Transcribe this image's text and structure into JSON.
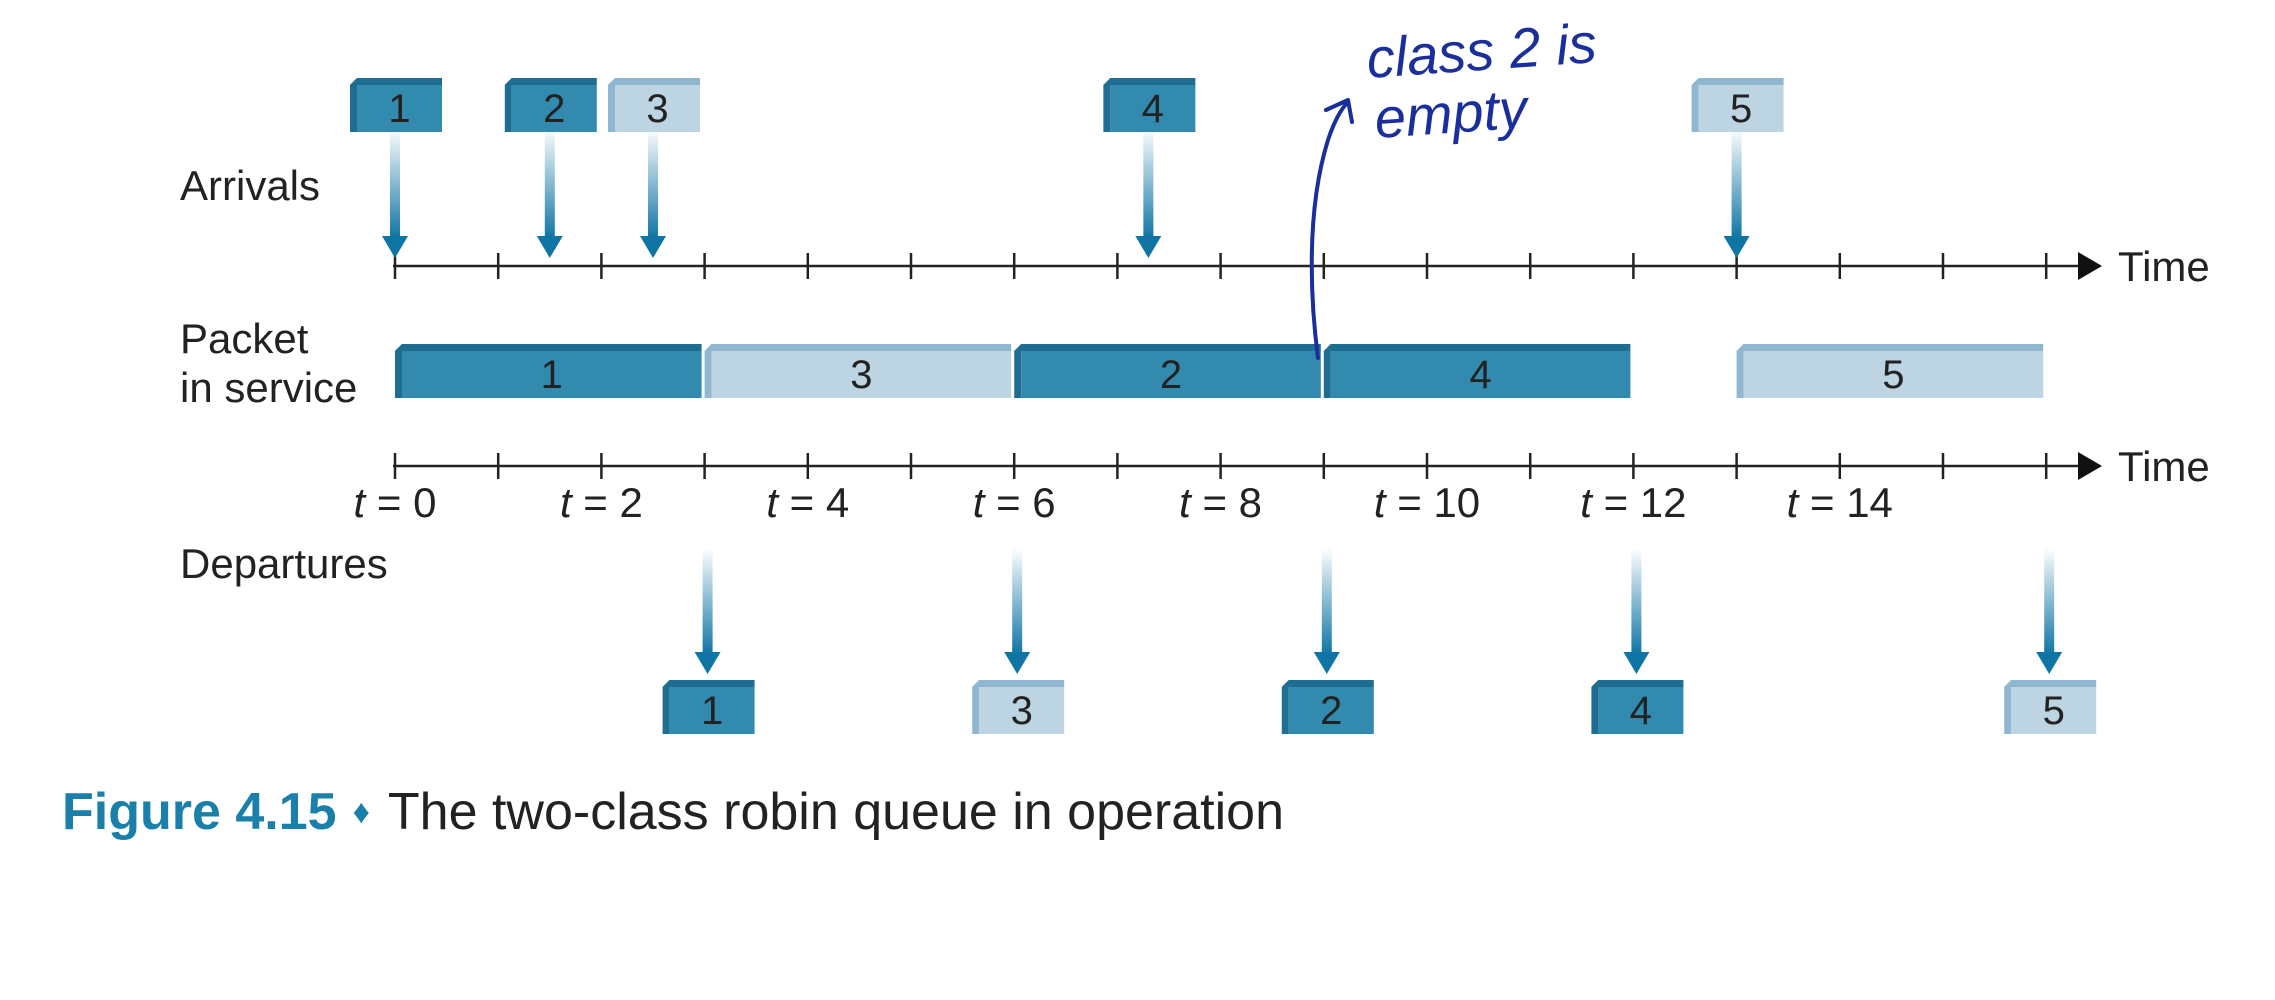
{
  "labels": {
    "arrivals": "Arrivals",
    "packet_line1": "Packet",
    "packet_line2": "in service",
    "departures": "Departures",
    "time_axis_1": "Time",
    "time_axis_2": "Time"
  },
  "time_ticks": [
    {
      "var": "t",
      "eq": " = 0"
    },
    {
      "var": "t",
      "eq": " = 2"
    },
    {
      "var": "t",
      "eq": " = 4"
    },
    {
      "var": "t",
      "eq": " = 6"
    },
    {
      "var": "t",
      "eq": " = 8"
    },
    {
      "var": "t",
      "eq": " = 10"
    },
    {
      "var": "t",
      "eq": " = 12"
    },
    {
      "var": "t",
      "eq": " = 14"
    }
  ],
  "arrivals": [
    {
      "label": "1",
      "class": 1,
      "time": 0
    },
    {
      "label": "2",
      "class": 1,
      "time": 1.5
    },
    {
      "label": "3",
      "class": 2,
      "time": 2.5
    },
    {
      "label": "4",
      "class": 1,
      "time": 7.3
    },
    {
      "label": "5",
      "class": 2,
      "time": 13
    }
  ],
  "service": [
    {
      "label": "1",
      "class": 1,
      "start": 0,
      "end": 3
    },
    {
      "label": "3",
      "class": 2,
      "start": 3,
      "end": 6
    },
    {
      "label": "2",
      "class": 1,
      "start": 6,
      "end": 9
    },
    {
      "label": "4",
      "class": 1,
      "start": 9,
      "end": 12
    },
    {
      "label": "5",
      "class": 2,
      "start": 13,
      "end": 16
    }
  ],
  "departures": [
    {
      "label": "1",
      "class": 1,
      "time": 3
    },
    {
      "label": "3",
      "class": 2,
      "time": 6
    },
    {
      "label": "2",
      "class": 1,
      "time": 9
    },
    {
      "label": "4",
      "class": 1,
      "time": 12
    },
    {
      "label": "5",
      "class": 2,
      "time": 16
    }
  ],
  "annotation": {
    "line1": "class 2 is",
    "line2": "empty"
  },
  "caption": {
    "figure": "Figure 4.15",
    "text": "The two-class robin queue in operation"
  },
  "colors": {
    "class1": "#338aaf",
    "class1_top": "#1f6e92",
    "class2": "#bdd5e3",
    "class2_top": "#8fb8d0",
    "accent": "#1a7fa9",
    "annotation": "#1a2f9c"
  }
}
